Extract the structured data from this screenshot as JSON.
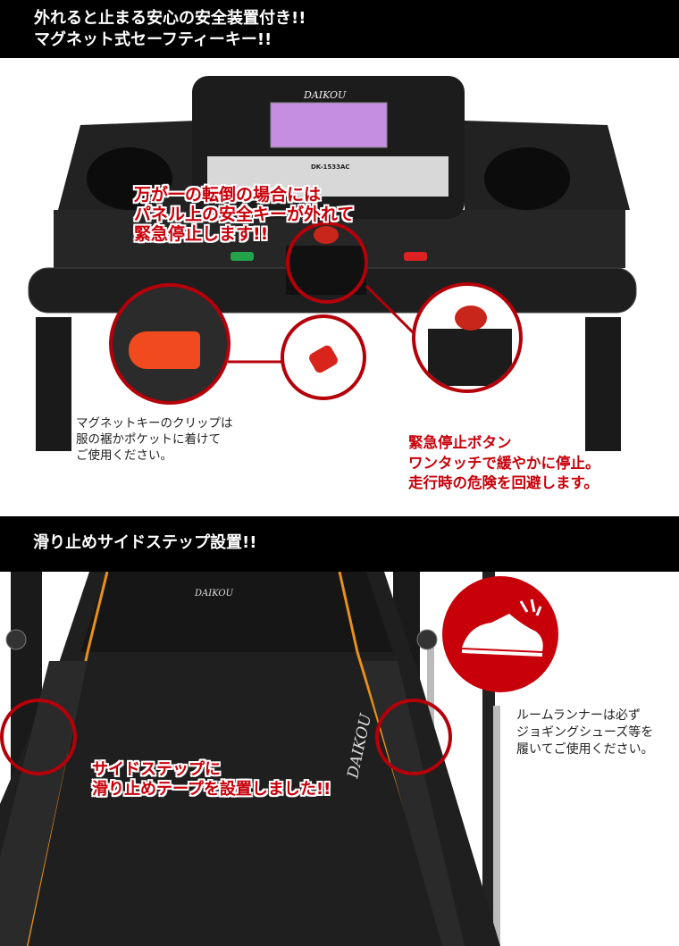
{
  "section1": {
    "heading": [
      "外れると止まる安心の安全装置付き!!",
      "マグネット式セーフティーキー!!"
    ],
    "brand": "DAIKOU",
    "model": "DK-1533AC",
    "callout": [
      "万が一の転倒の場合には",
      "パネル上の安全キーが外れて",
      "緊急停止します!!"
    ],
    "clip_note": [
      "マグネットキーのクリップは",
      "服の裾かポケットに着けて",
      "ご使用ください。"
    ],
    "stop_note": [
      "緊急停止ボタン",
      "ワンタッチで緩やかに停止。",
      "走行時の危険を回避します。"
    ]
  },
  "section2": {
    "heading": "滑り止めサイドステップ設置!!",
    "brand": "DAIKOU",
    "callout": [
      "サイドステップに",
      "滑り止めテープを設置しました!!"
    ],
    "shoe_note": [
      "ルームランナーは必ず",
      "ジョギングシューズ等を",
      "履いてご使用ください。"
    ]
  },
  "colors": {
    "accent": "#b5000a",
    "header_bg": "#000000",
    "belt_stripe": "#e8901a"
  }
}
